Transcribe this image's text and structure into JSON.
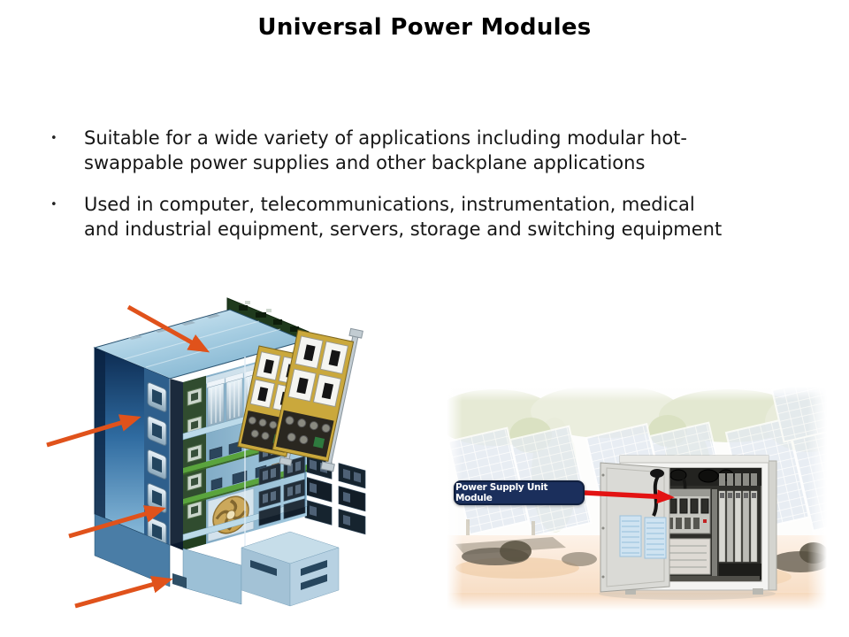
{
  "slide": {
    "title": "Universal Power Modules",
    "bullet_marker": "•",
    "bullets": [
      {
        "lines": [
          "Suitable for a wide variety of applications including modular hot-",
          "swappable power supplies and other backplane applications"
        ]
      },
      {
        "lines": [
          "Used in computer, telecommunications, instrumentation, medical",
          "and industrial equipment, servers, storage and switching equipment"
        ]
      }
    ]
  },
  "figures": {
    "chassis_cutaway": {
      "arrow_color": "#e0521b",
      "arrow_count": 4
    },
    "solar_cabinet": {
      "callout_label": "Power Supply Unit Module",
      "callout_bg": "#1b2f5c",
      "callout_text_color": "#ffffff",
      "arrow_color": "#e31313"
    }
  }
}
